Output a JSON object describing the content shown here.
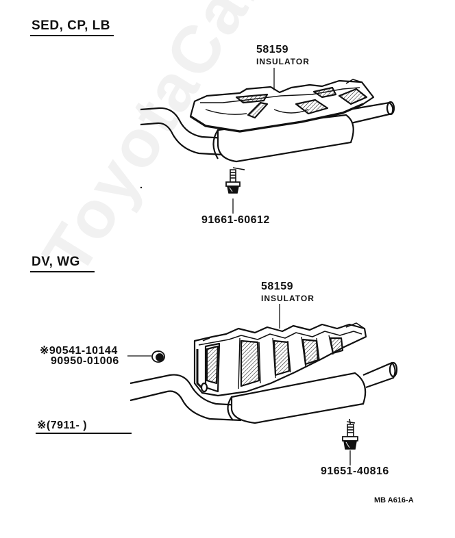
{
  "sections": [
    {
      "header": "SED, CP, LB",
      "part_number": "58159",
      "part_name": "INSULATOR",
      "bolt_number": "91661-60612"
    },
    {
      "header": "DV, WG",
      "part_number": "58159",
      "part_name": "INSULATOR",
      "grommet_numbers": [
        "※90541-10144",
        "90950-01006"
      ],
      "bolt_number": "91651-40816",
      "note": "※(7911-        )"
    }
  ],
  "figure_ref": "MB A616-A",
  "watermark": "ToyotaCarMine.ru"
}
